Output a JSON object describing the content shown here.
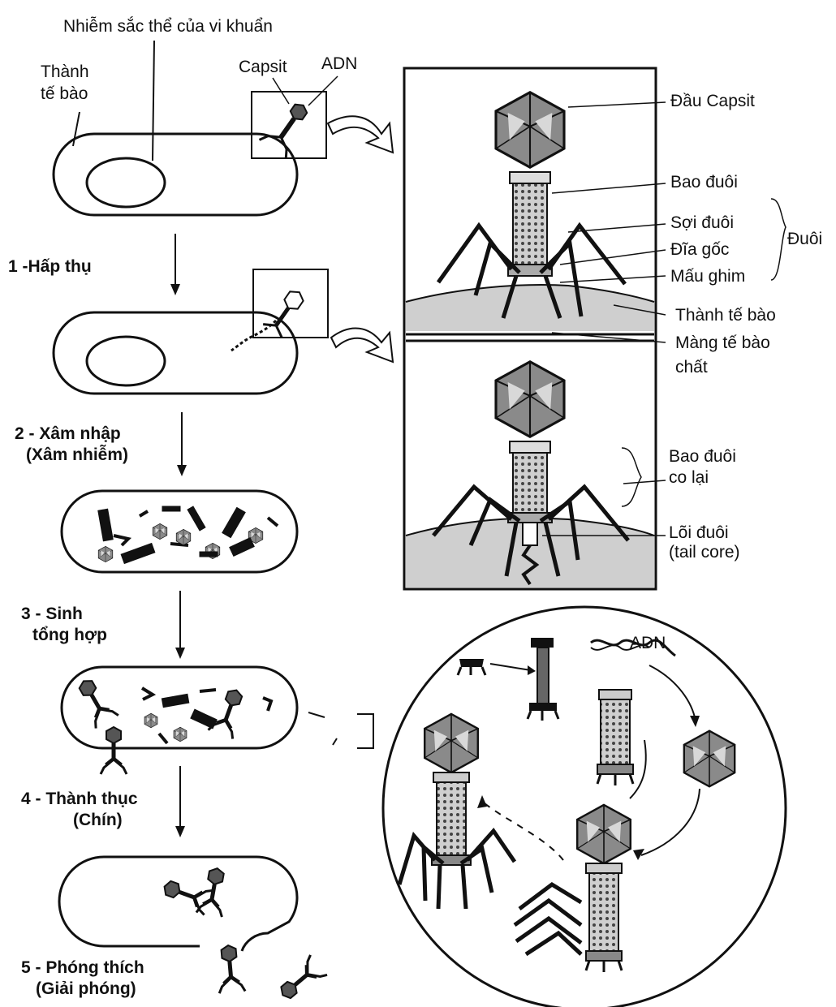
{
  "labels": {
    "chromosome": "Nhiễm sắc thể của vi khuẩn",
    "cell_wall_left": [
      "Thành",
      "tế bào"
    ],
    "capsid_small": "Capsit",
    "dna_small": "ADN",
    "head_capsid": "Đầu Capsit",
    "tail_sheath": "Bao đuôi",
    "tail_fiber": "Sợi đuôi",
    "base_plate": "Đĩa gốc",
    "tail_pin": "Mấu ghim",
    "tail_group": "Đuôi",
    "cell_wall": "Thành tế bào",
    "cytoplasm_membrane": [
      "Màng tế bào",
      "chất"
    ],
    "sheath_contracted": [
      "Bao đuôi",
      "co lại"
    ],
    "tail_core": [
      "Lõi đuôi",
      "(tail core)"
    ],
    "dna_assembly": "ADN"
  },
  "steps": [
    {
      "line1": "1 -Hấp thụ",
      "line2": ""
    },
    {
      "line1": "2 - Xâm nhập",
      "line2": "(Xâm nhiễm)"
    },
    {
      "line1": "3 - Sinh",
      "line2": "tổng hợp"
    },
    {
      "line1": "4 - Thành thục",
      "line2": "(Chín)"
    },
    {
      "line1": "5 - Phóng thích",
      "line2": "(Giải phóng)"
    }
  ]
}
